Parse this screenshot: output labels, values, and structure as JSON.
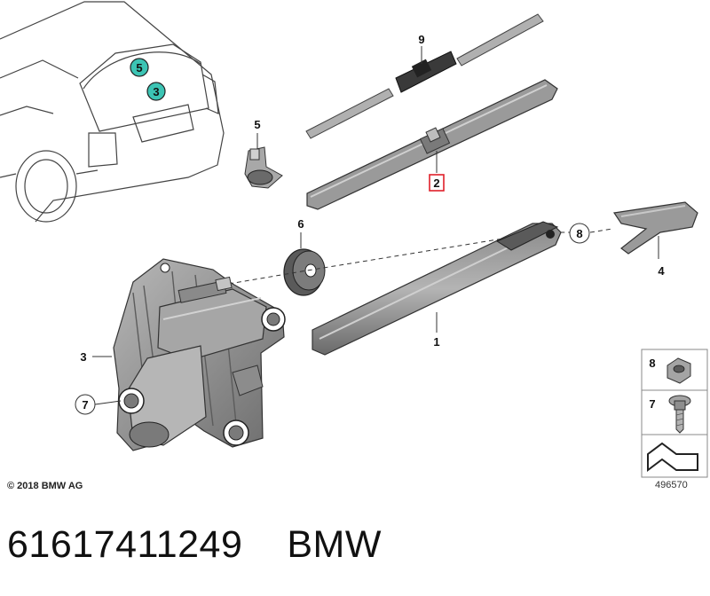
{
  "callouts": {
    "c1": "1",
    "c2": "2",
    "c3": "3",
    "c4": "4",
    "c5": "5",
    "c6": "6",
    "c7": "7",
    "c8": "8",
    "c9": "9",
    "car_c5": "5",
    "car_c3": "3",
    "legend_c8": "8",
    "legend_c7": "7"
  },
  "colors": {
    "highlight_circle": "#3cc4b4",
    "selected_box": "#e0202a",
    "part_fill": "#9c9c9c",
    "part_dark": "#5a5a5a",
    "outline": "#333333"
  },
  "footer": {
    "copyright": "© 2018 BMW AG",
    "diagram_id": "496570"
  },
  "part": {
    "number": "61617411249",
    "brand": "BMW"
  }
}
